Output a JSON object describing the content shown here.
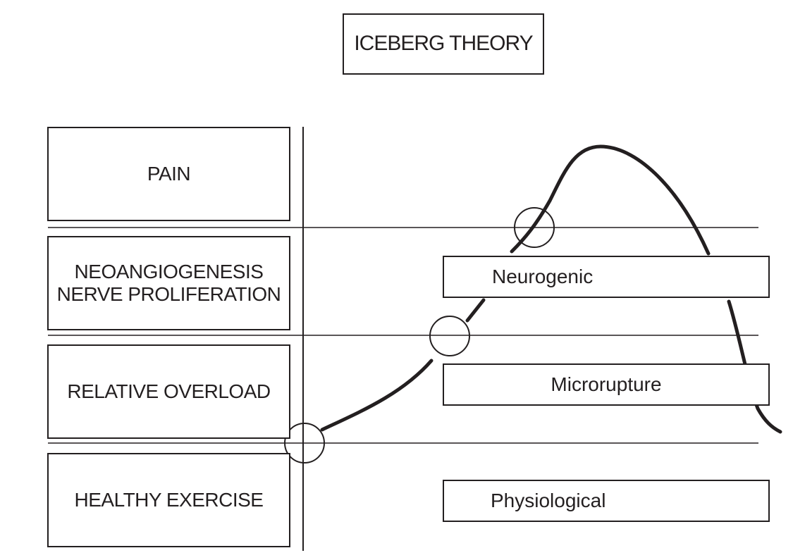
{
  "title": "ICEBERG THEORY",
  "stages": {
    "pain": "PAIN",
    "neo_line1": "NEOANGIOGENESIS",
    "neo_line2": "NERVE PROLIFERATION",
    "overload": "RELATIVE OVERLOAD",
    "healthy": "HEALTHY EXERCISE"
  },
  "regions": {
    "neurogenic": "Neurogenic",
    "microrupture": "Microrupture",
    "physiological": "Physiological"
  },
  "colors": {
    "ink": "#231f20",
    "background": "#ffffff"
  }
}
